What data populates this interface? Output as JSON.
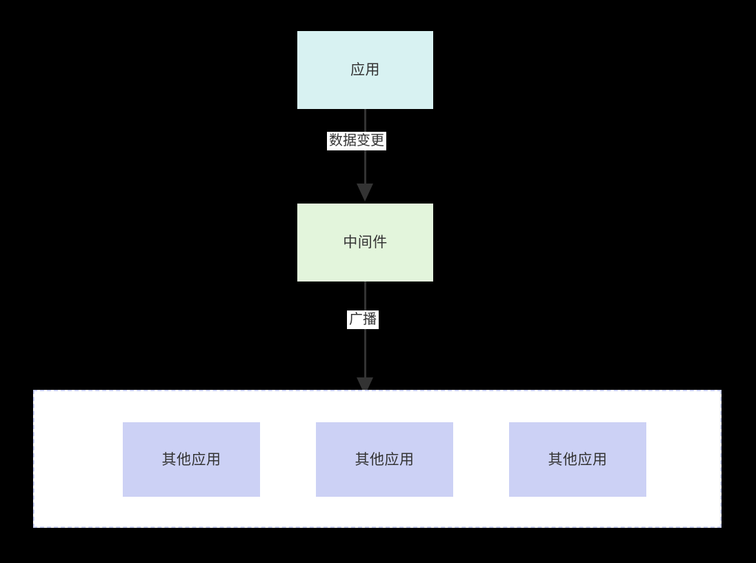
{
  "diagram": {
    "type": "flowchart",
    "direction": "top-down",
    "background_color": "#000000",
    "nodes": [
      {
        "id": "app",
        "label": "应用",
        "fill": "#d8f2f2",
        "text_color": "#333333"
      },
      {
        "id": "middleware",
        "label": "中间件",
        "fill": "#e3f5dc",
        "text_color": "#333333"
      }
    ],
    "edges": [
      {
        "id": "edge-app-to-middleware",
        "from": "app",
        "to": "middleware",
        "label": "数据变更",
        "label_background": "#ffffff",
        "stroke": "#333333",
        "arrowhead": "filled-triangle"
      },
      {
        "id": "edge-middleware-to-group",
        "from": "middleware",
        "to": "other-apps-group",
        "label": "广播",
        "label_background": "#ffffff",
        "stroke": "#333333",
        "arrowhead": "filled-triangle"
      }
    ],
    "subgraph": {
      "id": "other-apps-group",
      "fill": "#ffffff",
      "border_color": "#ccd2f7",
      "border_style": "dashed",
      "children": [
        {
          "id": "other-app-1",
          "label": "其他应用",
          "fill": "#ccd1f5",
          "text_color": "#333333"
        },
        {
          "id": "other-app-2",
          "label": "其他应用",
          "fill": "#ccd1f5",
          "text_color": "#333333"
        },
        {
          "id": "other-app-3",
          "label": "其他应用",
          "fill": "#ccd1f5",
          "text_color": "#333333"
        }
      ]
    }
  }
}
